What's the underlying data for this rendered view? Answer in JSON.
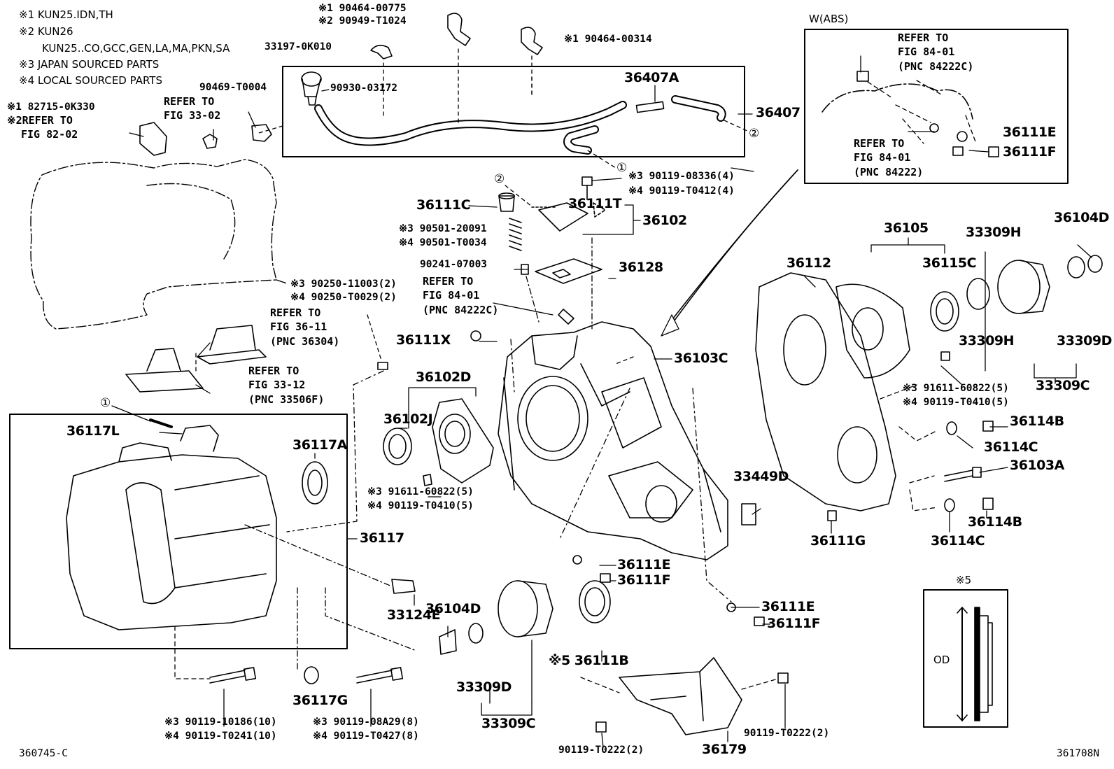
{
  "notes": {
    "n1": "※1 KUN25.IDN,TH",
    "n2": "※2 KUN26",
    "n2b": "KUN25..CO,GCC,GEN,LA,MA,PKN,SA",
    "n3": "※3 JAPAN SOURCED PARTS",
    "n4": "※4 LOCAL SOURCED PARTS"
  },
  "inset_abs": {
    "title": "W(ABS)",
    "ref1": [
      "REFER TO",
      "FIG 84-01",
      "(PNC 84222C)"
    ],
    "ref2": [
      "REFER TO",
      "FIG 84-01",
      "(PNC 84222)"
    ]
  },
  "inset_od": {
    "title": "※5",
    "od_label": "OD"
  },
  "refs": {
    "fig33_02": [
      "REFER TO",
      "FIG 33-02"
    ],
    "fig82_02": [
      "※2REFER TO",
      "FIG 82-02"
    ],
    "fig36_11": [
      "REFER TO",
      "FIG 36-11",
      "(PNC 36304)"
    ],
    "fig33_12": [
      "REFER TO",
      "FIG 33-12",
      "(PNC 33506F)"
    ],
    "fig84_01": [
      "REFER TO",
      "FIG 84-01",
      "(PNC 84222C)"
    ]
  },
  "circles": {
    "one": "①",
    "two": "②"
  },
  "parts": {
    "p190464_00775": "※1 90464-00775",
    "p290949_T1024": "※2 90949-T1024",
    "p33197": "33197-0K010",
    "p190464_00314": "※1 90464-00314",
    "p90469": "90469-T0004",
    "p90930": "90930-03172",
    "p182715": "※1 82715-0K330",
    "p36407A": "36407A",
    "p36407": "36407",
    "p390119_08336": "※3 90119-08336(4)",
    "p490119_T0412": "※4 90119-T0412(4)",
    "p36111C": "36111C",
    "p36111T": "36111T",
    "p36102": "36102",
    "p390501": "※3 90501-20091",
    "p490501": "※4 90501-T0034",
    "p90241": "90241-07003",
    "p36128": "36128",
    "p390250": "※3 90250-11003(2)",
    "p490250": "※4 90250-T0029(2)",
    "p36111X": "36111X",
    "p36103C": "36103C",
    "p36102D": "36102D",
    "p36102J": "36102J",
    "p391611_a": "※3 91611-60822(5)",
    "p490119_T0410_a": "※4 90119-T0410(5)",
    "p36117L": "36117L",
    "p36117A": "36117A",
    "p36117": "36117",
    "p33449D": "33449D",
    "p36111E_a": "36111E",
    "p36111F_a": "36111F",
    "p33124E": "33124E",
    "p36104D_a": "36104D",
    "p36111E_b": "36111E",
    "p36111F_b": "36111F",
    "p36111B": "※5 36111B",
    "p36117G": "36117G",
    "p33309D_a": "33309D",
    "p33309C_a": "33309C",
    "p390119_10186": "※3 90119-10186(10)",
    "p490119_T0241": "※4 90119-T0241(10)",
    "p390119_08A29": "※3 90119-08A29(8)",
    "p490119_T0427": "※4 90119-T0427(8)",
    "p90119_T0222_a": "90119-T0222(2)",
    "p36179": "36179",
    "p90119_T0222_b": "90119-T0222(2)",
    "p36111E_c": "36111E",
    "p36111F_c": "36111F",
    "p36105": "36105",
    "p33309H_a": "33309H",
    "p36104D_b": "36104D",
    "p36112": "36112",
    "p36115C": "36115C",
    "p33309H_b": "33309H",
    "p33309D_b": "33309D",
    "p33309C_b": "33309C",
    "p391611_b": "※3 91611-60822(5)",
    "p490119_T0410_b": "※4 90119-T0410(5)",
    "p36114B_a": "36114B",
    "p36114C_a": "36114C",
    "p36103A": "36103A",
    "p36114B_b": "36114B",
    "p36111G": "36111G",
    "p36114C_b": "36114C"
  },
  "codes": {
    "left": "360745-C",
    "right": "361708N"
  }
}
